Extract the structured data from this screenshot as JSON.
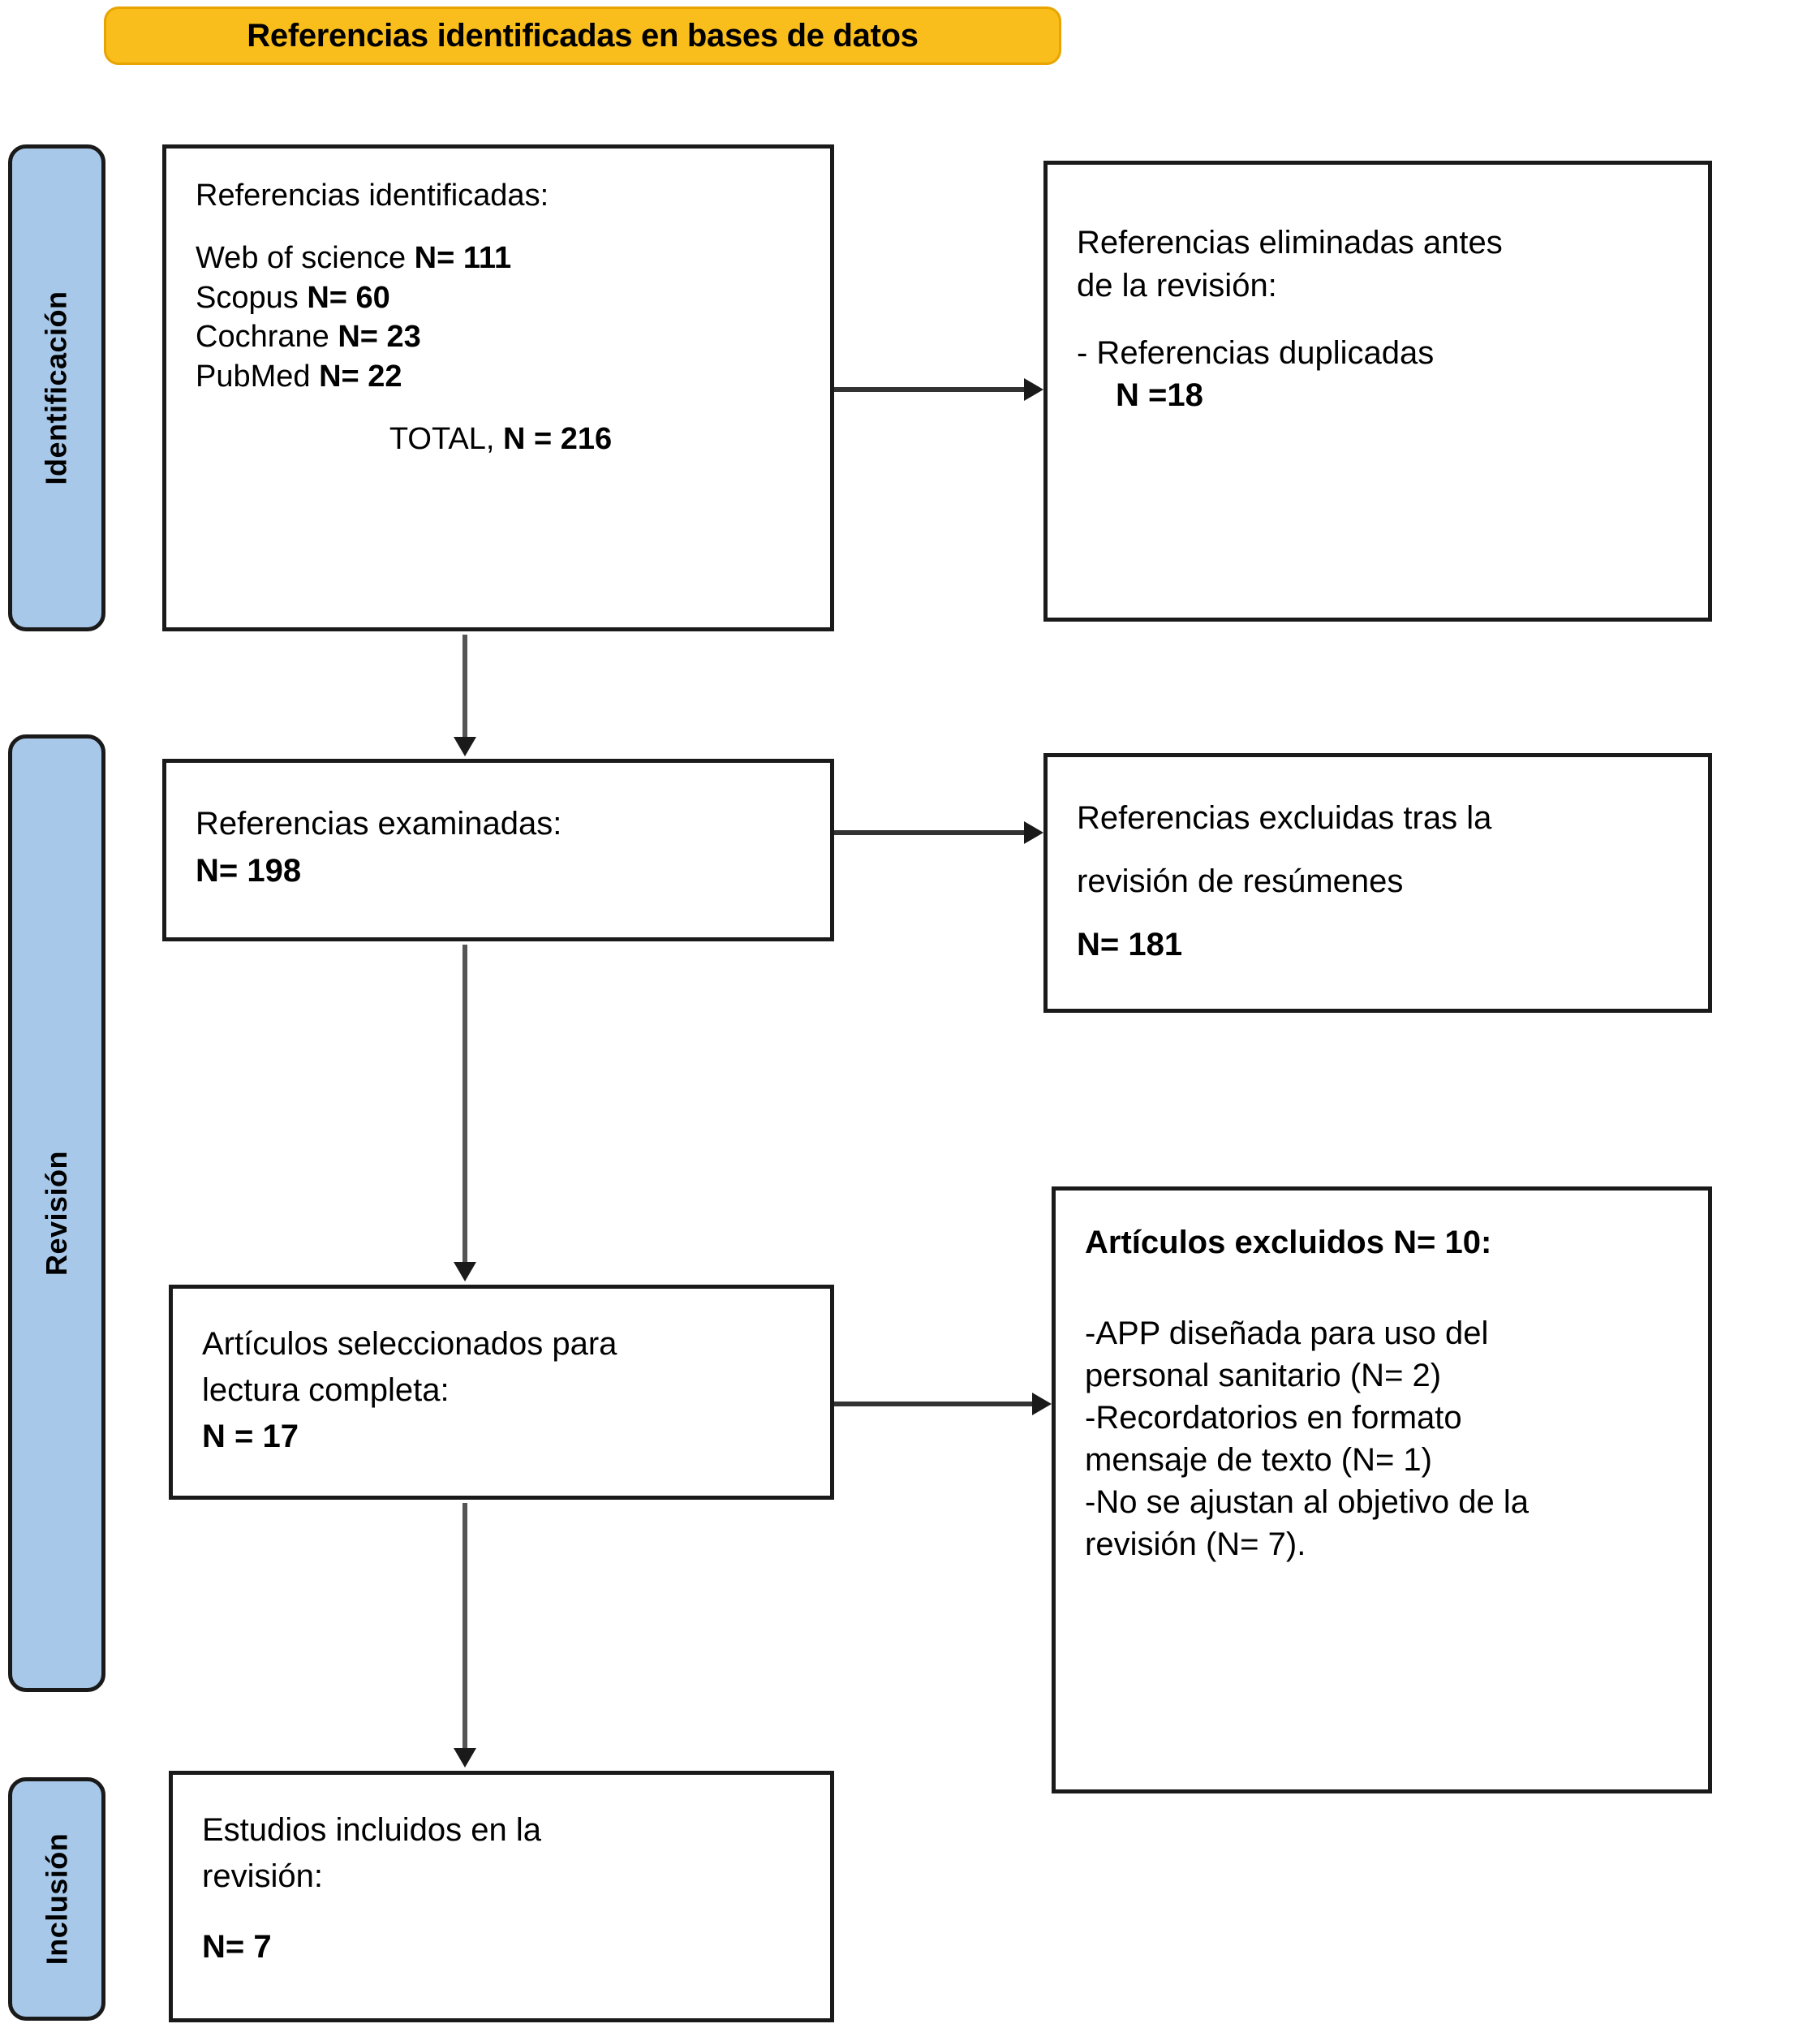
{
  "header": {
    "title": "Referencias identificadas en bases de datos"
  },
  "phases": {
    "identification": "Identificación",
    "review": "Revisión",
    "inclusion": "Inclusión"
  },
  "boxes": {
    "identified": {
      "heading": "Referencias identificadas:",
      "sources": [
        {
          "name": "Web of science",
          "n_label": "N= 111"
        },
        {
          "name": "Scopus",
          "n_label": "N= 60"
        },
        {
          "name": "Cochrane",
          "n_label": "N= 23"
        },
        {
          "name": "PubMed",
          "n_label": "N= 22"
        }
      ],
      "total_prefix": "TOTAL,",
      "total_value": "N = 216"
    },
    "removed_before_screening": {
      "line1": "Referencias eliminadas antes",
      "line2": "de la revisión:",
      "reason": "- Referencias duplicadas",
      "reason_n": "N =18"
    },
    "screened": {
      "heading": "Referencias examinadas:",
      "n_label": "N= 198"
    },
    "excluded_abstract": {
      "line1": "Referencias excluidas tras la",
      "line2": "revisión de resúmenes",
      "n_label": "N= 181"
    },
    "fulltext": {
      "line1": "Artículos seleccionados para",
      "line2": "lectura completa:",
      "n_label": "N = 17"
    },
    "excluded_articles": {
      "heading": "Artículos excluidos N= 10:",
      "reasons": [
        "-APP diseñada para uso del",
        "personal sanitario (N= 2)",
        "-Recordatorios en formato",
        "mensaje de texto (N= 1)",
        "-No se ajustan al objetivo de la",
        "revisión (N= 7)."
      ]
    },
    "included": {
      "line1": "Estudios incluidos en la",
      "line2": "revisión:",
      "n_label": "N= 7"
    }
  },
  "chart_data": {
    "type": "diagram",
    "title": "Referencias identificadas en bases de datos",
    "diagram_kind": "PRISMA flow diagram",
    "phases": [
      "Identificación",
      "Revisión",
      "Inclusión"
    ],
    "nodes": [
      {
        "id": "identified",
        "phase": "Identificación",
        "label": "Referencias identificadas",
        "values": {
          "Web of science": 111,
          "Scopus": 60,
          "Cochrane": 23,
          "PubMed": 22,
          "TOTAL": 216
        }
      },
      {
        "id": "removed_before_screening",
        "phase": "Identificación",
        "label": "Referencias eliminadas antes de la revisión: Referencias duplicadas",
        "values": {
          "duplicadas": 18
        }
      },
      {
        "id": "screened",
        "phase": "Revisión",
        "label": "Referencias examinadas",
        "values": {
          "N": 198
        }
      },
      {
        "id": "excluded_abstract",
        "phase": "Revisión",
        "label": "Referencias excluidas tras la revisión de resúmenes",
        "values": {
          "N": 181
        }
      },
      {
        "id": "fulltext",
        "phase": "Revisión",
        "label": "Artículos seleccionados para lectura completa",
        "values": {
          "N": 17
        }
      },
      {
        "id": "excluded_articles",
        "phase": "Revisión",
        "label": "Artículos excluidos",
        "values": {
          "total": 10,
          "APP diseñada para uso del personal sanitario": 2,
          "Recordatorios en formato mensaje de texto": 1,
          "No se ajustan al objetivo de la revisión": 7
        }
      },
      {
        "id": "included",
        "phase": "Inclusión",
        "label": "Estudios incluidos en la revisión",
        "values": {
          "N": 7
        }
      }
    ],
    "edges": [
      {
        "from": "identified",
        "to": "removed_before_screening",
        "direction": "right"
      },
      {
        "from": "identified",
        "to": "screened",
        "direction": "down"
      },
      {
        "from": "screened",
        "to": "excluded_abstract",
        "direction": "right"
      },
      {
        "from": "screened",
        "to": "fulltext",
        "direction": "down"
      },
      {
        "from": "fulltext",
        "to": "excluded_articles",
        "direction": "right"
      },
      {
        "from": "fulltext",
        "to": "included",
        "direction": "down"
      }
    ]
  },
  "colors": {
    "header_fill": "#F9BE1B",
    "phase_tab_fill": "#A7C8E8",
    "box_border": "#1a1a1a",
    "text": "#000000"
  }
}
